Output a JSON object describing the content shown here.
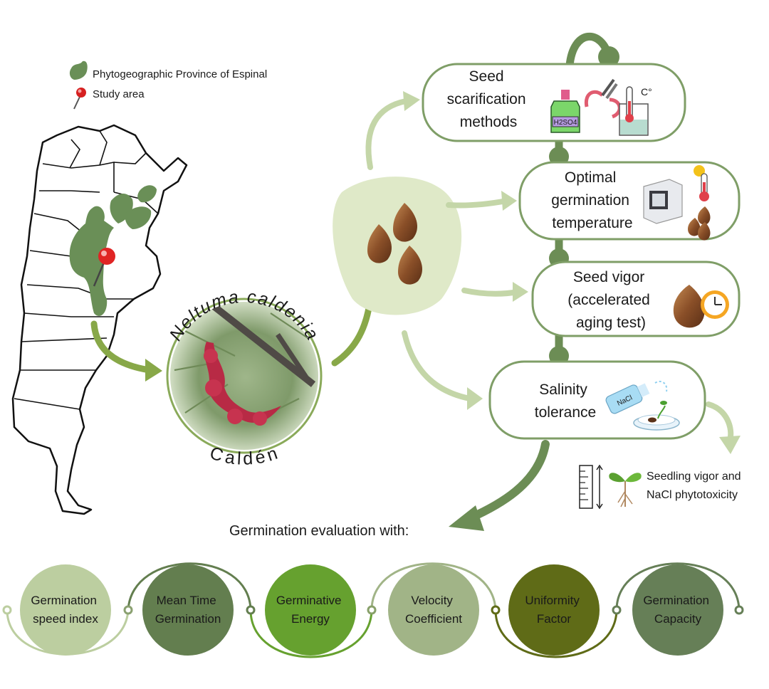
{
  "legend": {
    "province_label": "Phytogeographic Province of Espinal",
    "study_area_label": "Study area"
  },
  "species": {
    "scientific_name": "Neltuma caldenia",
    "common_name": "Caldén"
  },
  "methods": [
    {
      "lines": [
        "Seed",
        "scarification",
        "methods"
      ]
    },
    {
      "lines": [
        "Optimal",
        "germination",
        "temperature"
      ]
    },
    {
      "lines": [
        "Seed vigor",
        "(accelerated",
        "aging test)"
      ]
    },
    {
      "lines": [
        "Salinity",
        "tolerance"
      ]
    }
  ],
  "icons": {
    "acid_formula": "H2SO4",
    "temperature_unit": "C°",
    "nacl_label": "NaCl"
  },
  "seedling_note": {
    "lines": [
      "Seedling vigor and",
      "NaCl phytotoxicity"
    ]
  },
  "evaluation": {
    "title": "Germination evaluation with:",
    "indices": [
      {
        "lines": [
          "Germination",
          "speed index"
        ],
        "color": "#bccea0",
        "text_color": "#1a1a1a"
      },
      {
        "lines": [
          "Mean Time",
          "Germination"
        ],
        "color": "#637e4f",
        "text_color": "#1a1a1a"
      },
      {
        "lines": [
          "Germinative",
          "Energy"
        ],
        "color": "#66a12f",
        "text_color": "#1a1a1a"
      },
      {
        "lines": [
          "Velocity",
          "Coefficient"
        ],
        "color": "#a1b487",
        "text_color": "#1a1a1a"
      },
      {
        "lines": [
          "Uniformity",
          "Factor"
        ],
        "color": "#5f6b17",
        "text_color": "#1a1a1a"
      },
      {
        "lines": [
          "Germination",
          "Capacity"
        ],
        "color": "#667f57",
        "text_color": "#1a1a1a"
      }
    ]
  },
  "colors": {
    "box_border": "#7f9e67",
    "connector": "#6c8d55",
    "arrow_dark": "#88a848",
    "arrow_light": "#c4d6a8",
    "province": "#6a8f57",
    "seed_bg": "#dfe9c8",
    "seed": "#7a4a2a"
  }
}
